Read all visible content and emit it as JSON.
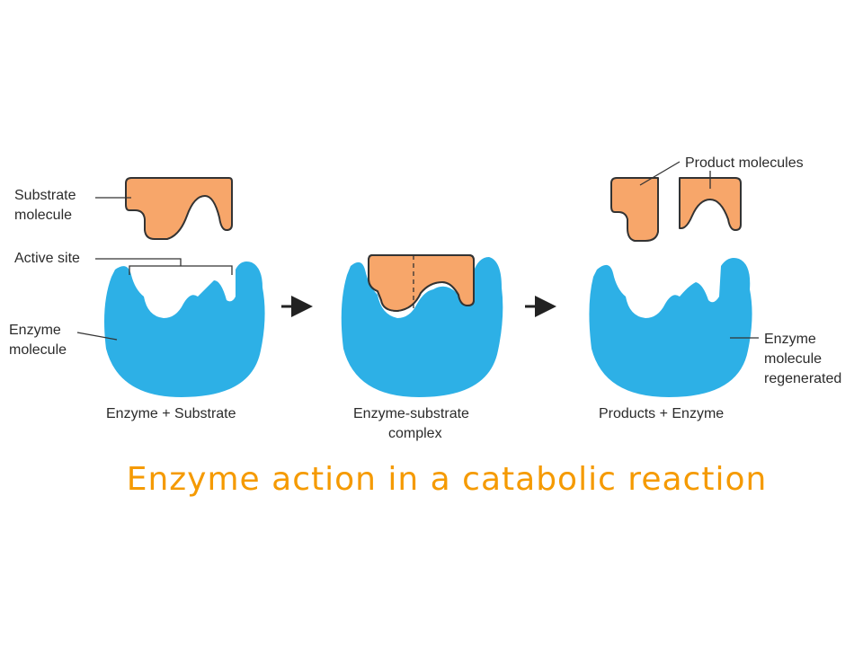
{
  "colors": {
    "enzyme": "#2db0e6",
    "substrate": "#f7a66a",
    "title": "#f59a00",
    "text": "#2b2b2b"
  },
  "labels": {
    "substrate_molecule_line1": "Substrate",
    "substrate_molecule_line2": "molecule",
    "active_site": "Active site",
    "enzyme_molecule_line1": "Enzyme",
    "enzyme_molecule_line2": "molecule",
    "product_molecules": "Product molecules",
    "enzyme_regenerated_line1": "Enzyme",
    "enzyme_regenerated_line2": "molecule",
    "enzyme_regenerated_line3": "regenerated"
  },
  "captions": {
    "stage1": "Enzyme + Substrate",
    "stage2_line1": "Enzyme-substrate",
    "stage2_line2": "complex",
    "stage3": "Products + Enzyme"
  },
  "title": "Enzyme action in a catabolic reaction"
}
